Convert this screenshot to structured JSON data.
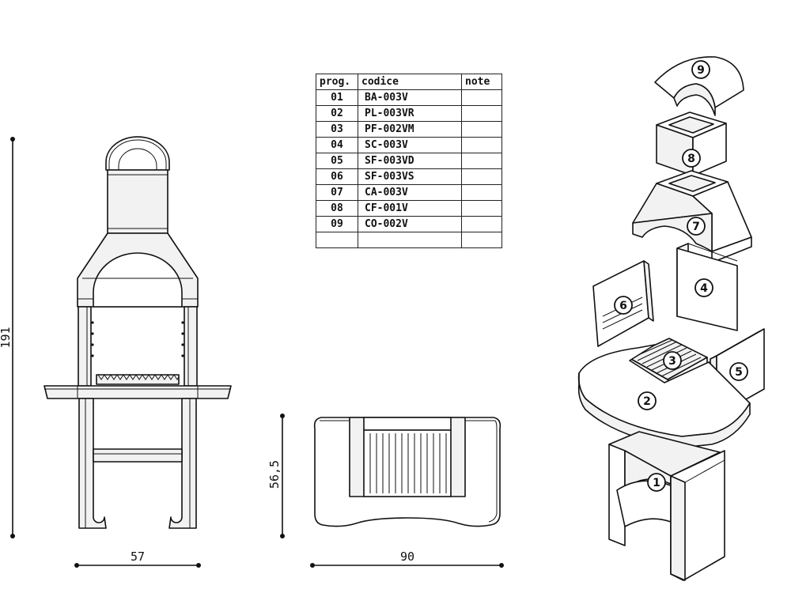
{
  "table": {
    "headers": [
      "prog.",
      "codice",
      "note"
    ],
    "rows": [
      {
        "prog": "01",
        "codice": "BA-003V",
        "note": ""
      },
      {
        "prog": "02",
        "codice": "PL-003VR",
        "note": ""
      },
      {
        "prog": "03",
        "codice": "PF-002VM",
        "note": ""
      },
      {
        "prog": "04",
        "codice": "SC-003V",
        "note": ""
      },
      {
        "prog": "05",
        "codice": "SF-003VD",
        "note": ""
      },
      {
        "prog": "06",
        "codice": "SF-003VS",
        "note": ""
      },
      {
        "prog": "07",
        "codice": "CA-003V",
        "note": ""
      },
      {
        "prog": "08",
        "codice": "CF-001V",
        "note": ""
      },
      {
        "prog": "09",
        "codice": "CO-002V",
        "note": ""
      },
      {
        "prog": "",
        "codice": "",
        "note": ""
      }
    ]
  },
  "dimensions": {
    "height": "191",
    "front_width": "57",
    "top_depth": "56,5",
    "top_width": "90"
  },
  "part_labels": [
    "1",
    "2",
    "3",
    "4",
    "5",
    "6",
    "7",
    "8",
    "9"
  ]
}
